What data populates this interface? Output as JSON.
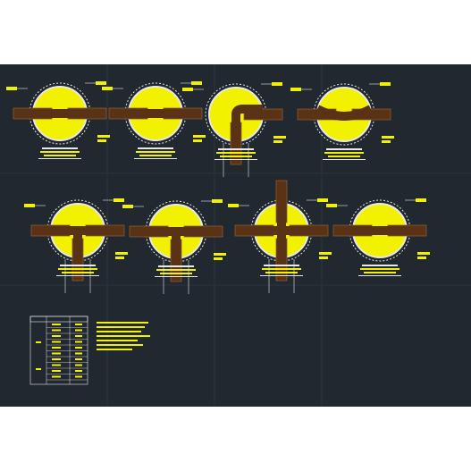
{
  "colors": {
    "background": "#212830",
    "grid": "#2c3440",
    "ring": "#e8e8e8",
    "fill": "#f2f200",
    "pipe": "#5a3216",
    "pipe_edge": "#8a5a30",
    "annotation": "#f2f200"
  },
  "labels": {
    "label_1": "",
    "label_2": "",
    "label_3": ""
  },
  "manholes": [
    {
      "id": "mh-1",
      "pipes": [
        "W",
        "E"
      ]
    },
    {
      "id": "mh-2",
      "pipes": [
        "W",
        "E"
      ]
    },
    {
      "id": "mh-3",
      "pipes": [
        "S",
        "E"
      ],
      "elbow": true
    },
    {
      "id": "mh-4",
      "pipes": [
        "W",
        "E"
      ],
      "bent": true
    },
    {
      "id": "mh-5",
      "pipes": [
        "W",
        "E",
        "S"
      ]
    },
    {
      "id": "mh-6",
      "pipes": [
        "W",
        "E",
        "S"
      ]
    },
    {
      "id": "mh-7",
      "pipes": [
        "W",
        "E",
        "N",
        "S"
      ]
    },
    {
      "id": "mh-8",
      "pipes": [
        "W",
        "E"
      ]
    }
  ]
}
